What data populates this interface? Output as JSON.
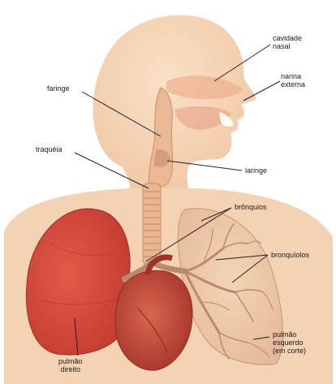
{
  "labels": {
    "cavidade_nasal": [
      "cavidade",
      "nasal"
    ],
    "narina_externa": [
      "narina",
      "externa"
    ],
    "faringe": "faringe",
    "traqueia": "traquéia",
    "laringe": "laringe",
    "bronquios": "brônquios",
    "bronquiolos": "bronquíolos",
    "pulmao_direito": [
      "pulmão",
      "direito"
    ],
    "pulmao_esquerdo": [
      "pulmão",
      "esquerdo",
      "(em corte)"
    ]
  },
  "colors": {
    "skin": "#f6d6b6",
    "skin_shadow": "#eec3a0",
    "lung_right": "#d94b3e",
    "lung_left": "#eecaa8",
    "heart": "#c24a3a",
    "trachea": "#e8b690",
    "airways": "#b78b6b",
    "leader_line": "#222222"
  }
}
